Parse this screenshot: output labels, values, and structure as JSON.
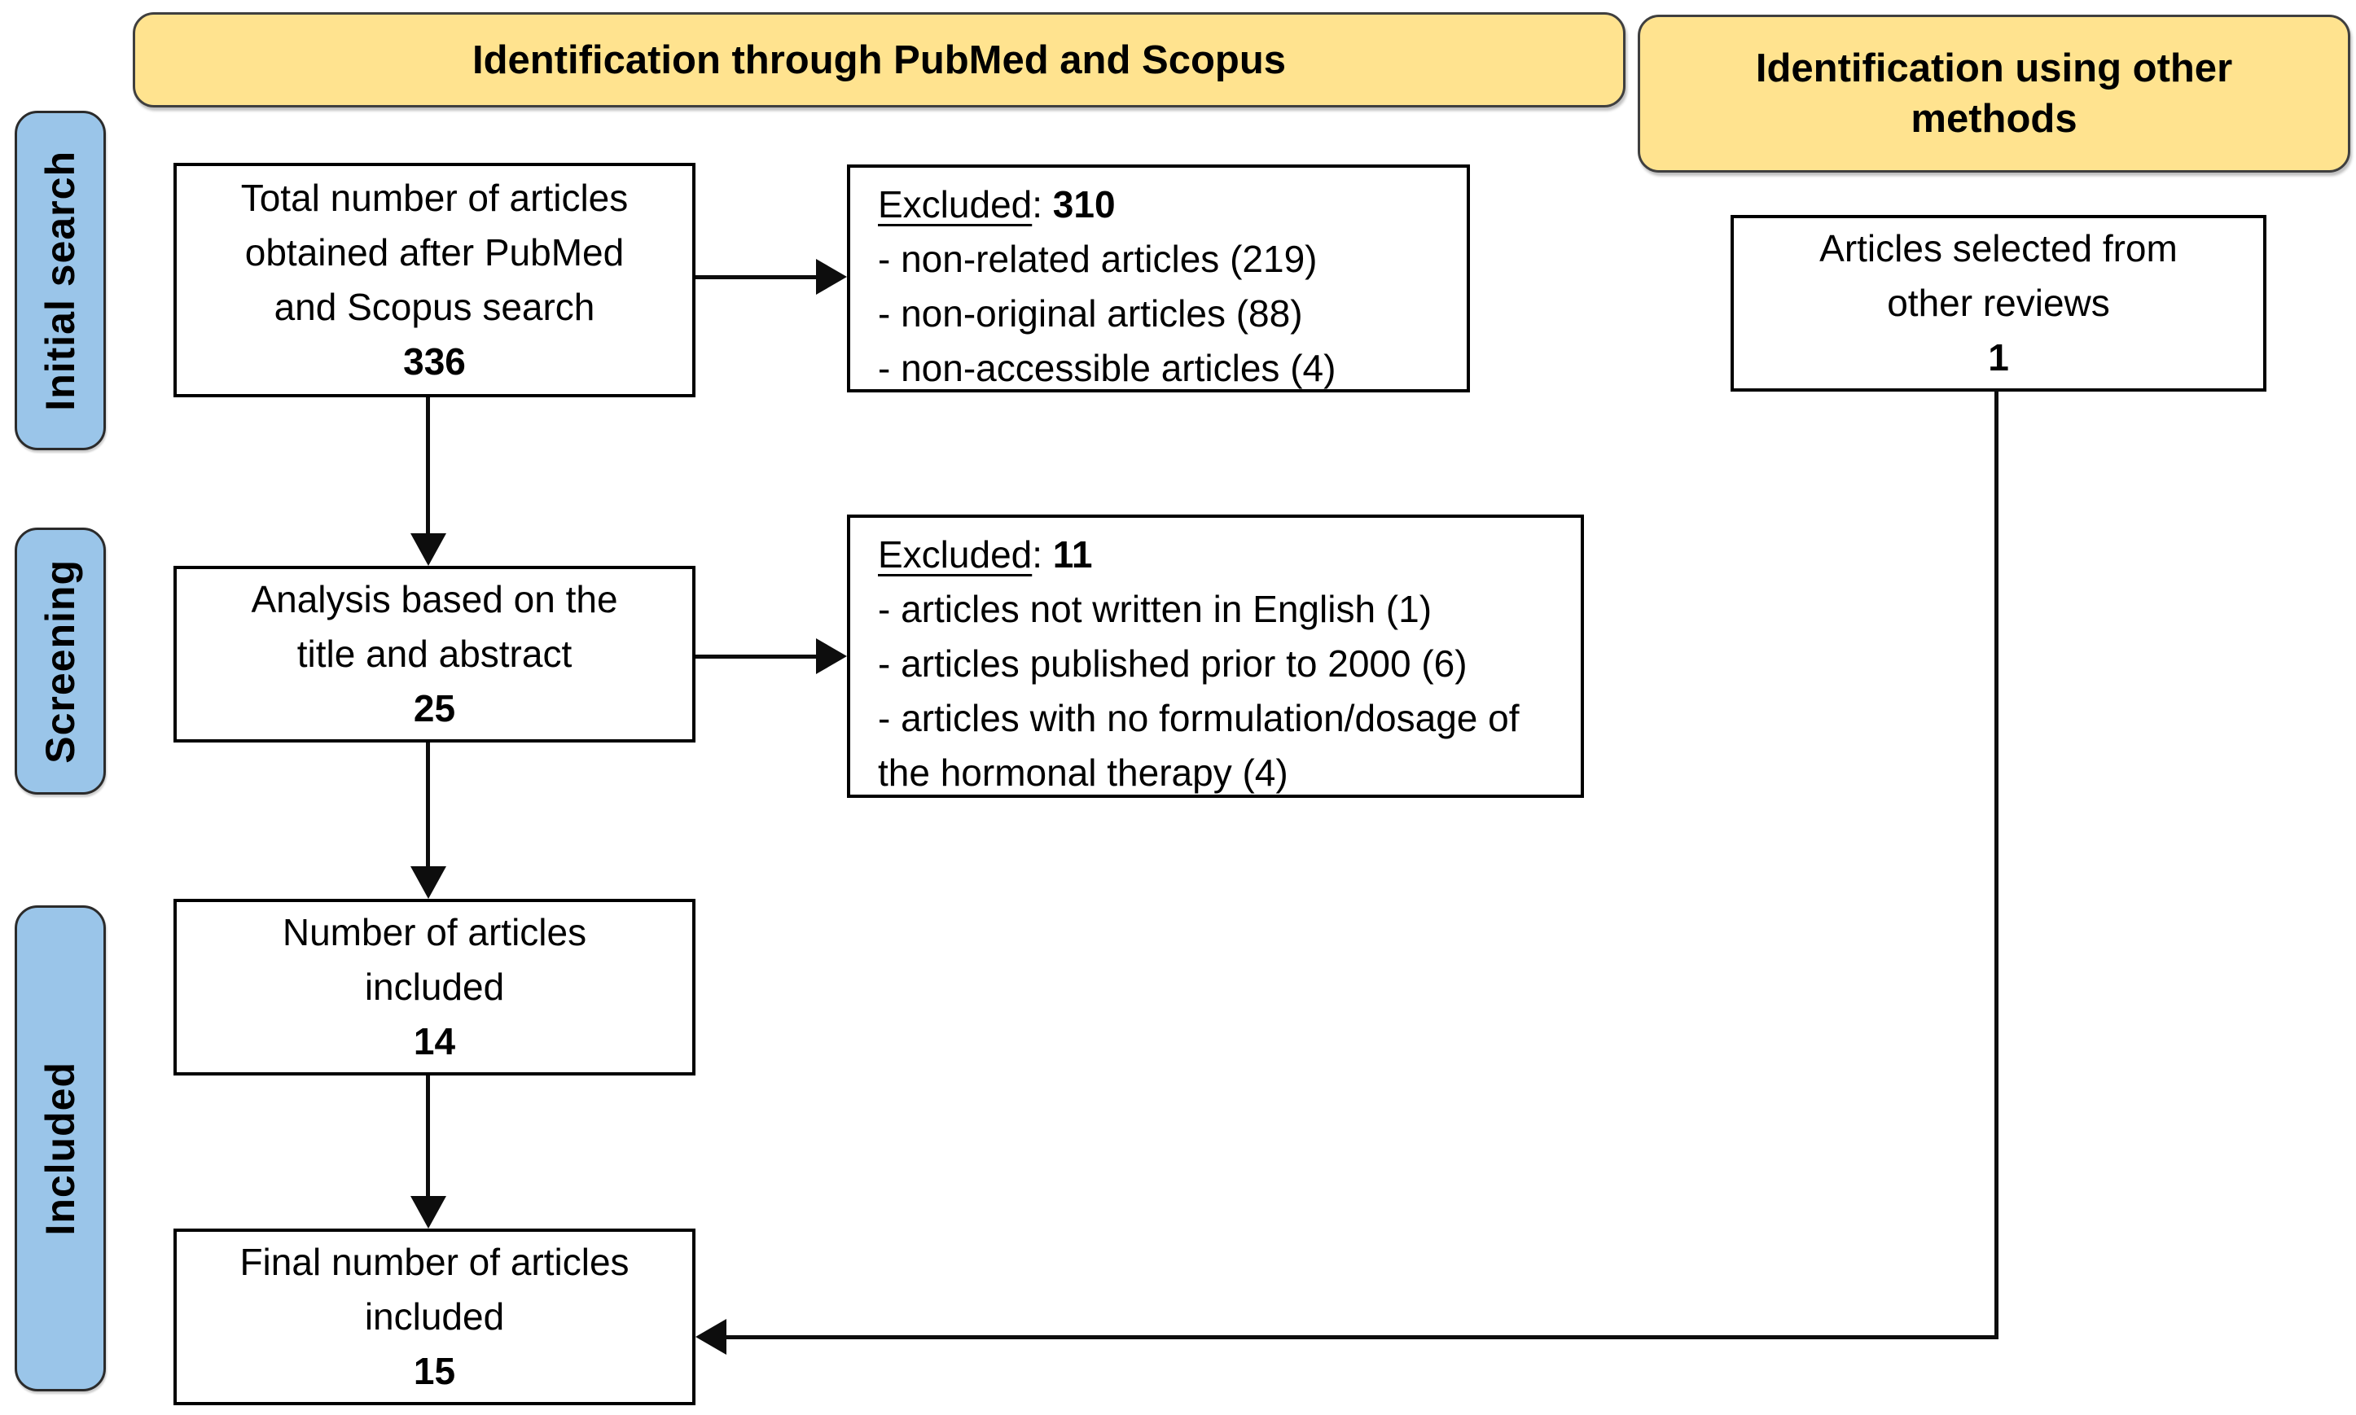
{
  "colors": {
    "banner_bg": "#FFE38F",
    "banner_border": "#3f3f3f",
    "stage_bg": "#9AC5E9",
    "stage_border": "#2b2b2b",
    "box_border": "#000000",
    "arrow": "#0d0d0d",
    "text": "#000000"
  },
  "banners": {
    "pubmed": {
      "lines": [
        "Identification through PubMed and Scopus"
      ]
    },
    "other": {
      "lines": [
        "Identification using other",
        "methods"
      ]
    }
  },
  "stages": {
    "initial": {
      "label": "Initial search"
    },
    "screening": {
      "label": "Screening"
    },
    "included": {
      "label": "Included"
    }
  },
  "boxes": {
    "total": {
      "lines": [
        "Total number of articles",
        "obtained after PubMed",
        "and Scopus search"
      ],
      "count": "336"
    },
    "excluded_screening": {
      "label": "Excluded",
      "separator": ": ",
      "count": "310",
      "items": [
        "- non-related articles (219)",
        "- non-original articles (88)",
        "- non-accessible articles (4)"
      ]
    },
    "analysis": {
      "lines": [
        "Analysis based on the",
        "title and abstract"
      ],
      "count": "25"
    },
    "excluded_eligibility": {
      "label": "Excluded",
      "separator": ": ",
      "count": "11",
      "items": [
        "- articles not written in English (1)",
        "- articles published prior to 2000 (6)",
        "- articles with no formulation/dosage of the hormonal therapy (4)"
      ]
    },
    "included_count": {
      "lines": [
        "Number of articles",
        "included"
      ],
      "count": "14"
    },
    "final": {
      "lines": [
        "Final number of articles",
        "included"
      ],
      "count": "15"
    },
    "other_reviews": {
      "lines": [
        "Articles selected from",
        "other reviews"
      ],
      "count": "1"
    }
  }
}
